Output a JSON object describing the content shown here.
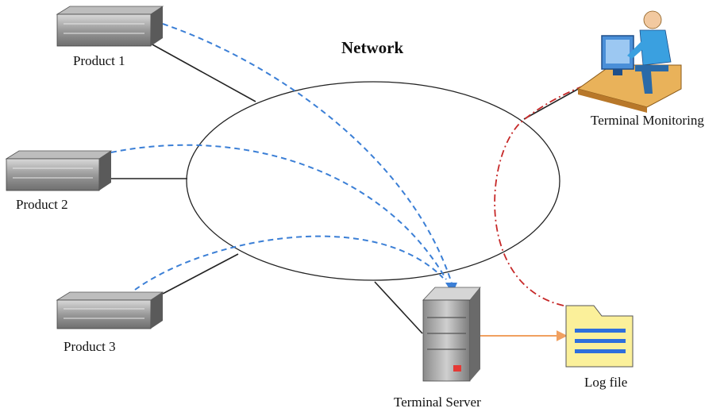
{
  "title": "Network",
  "nodes": {
    "product1": "Product 1",
    "product2": "Product 2",
    "product3": "Product 3",
    "terminal_server": "Terminal Server",
    "terminal_monitoring": "Terminal Monitoring",
    "log_file": "Log file"
  },
  "colors": {
    "data_flow": "#3b7fd6",
    "monitor_flow": "#c62828",
    "log_flow": "#f0a060",
    "network_line": "#222222"
  }
}
